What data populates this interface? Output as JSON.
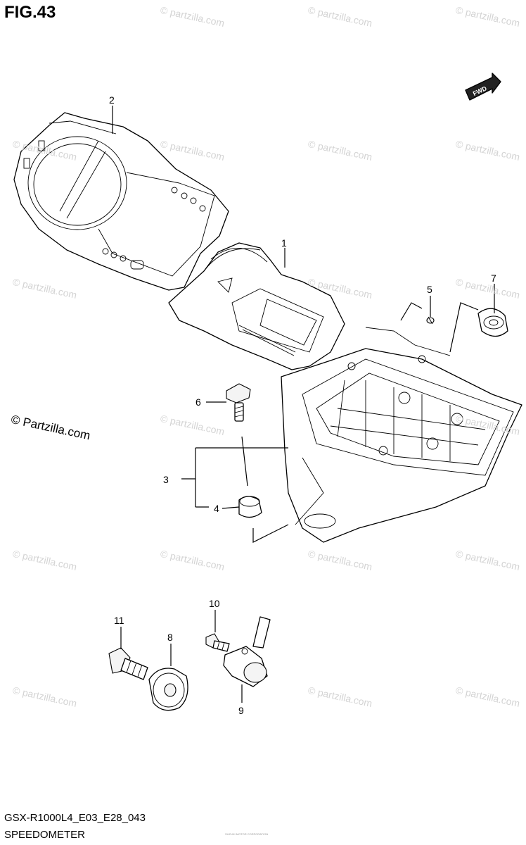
{
  "figure": {
    "title": "FIG.43",
    "code": "GSX-R1000L4_E03_E28_043",
    "name": "SPEEDOMETER"
  },
  "brand_text": "© Partzilla.com",
  "watermark_text": "© partzilla.com",
  "fwd_label": "FWD",
  "callouts": [
    "1",
    "2",
    "3",
    "4",
    "5",
    "6",
    "7",
    "8",
    "9",
    "10",
    "11"
  ],
  "fine_print": "SUZUKI MOTOR CORPORATION"
}
